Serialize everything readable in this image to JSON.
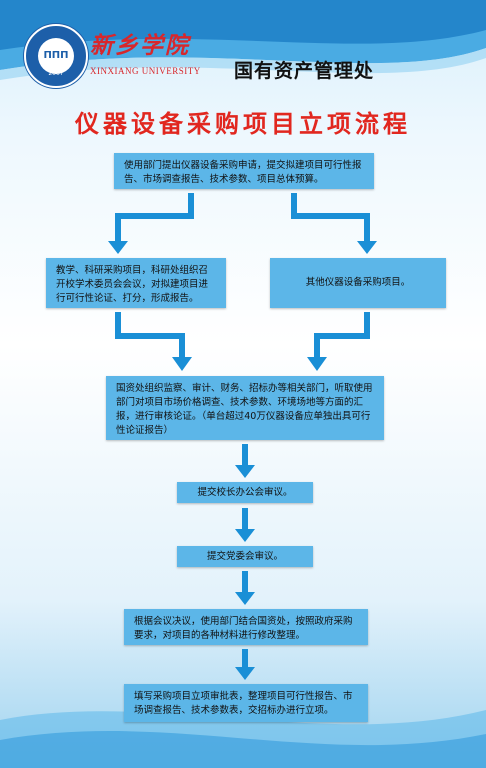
{
  "header": {
    "university_name_cn": "新乡学院",
    "university_name_en": "XINXIANG UNIVERSITY",
    "logo_year": "2007",
    "department": "国有资产管理处"
  },
  "title": "仪器设备采购项目立项流程",
  "steps": {
    "s1": "使用部门提出仪器设备采购申请，提交拟建项目可行性报告、市场调查报告、技术参数、项目总体预算。",
    "s2a": "教学、科研采购项目，科研处组织召开校学术委员会会议，对拟建项目进行可行性论证、打分，形成报告。",
    "s2b": "其他仪器设备采购项目。",
    "s3": "国资处组织监察、审计、财务、招标办等相关部门，听取使用部门对项目市场价格调查、技术参数、环境场地等方面的汇报，进行审核论证。（单台超过40万仪器设备应单独出具可行性论证报告）",
    "s4": "提交校长办公会审议。",
    "s5": "提交党委会审议。",
    "s6": "根据会议决议，使用部门结合国资处，按照政府采购要求，对项目的各种材料进行修改整理。",
    "s7": "填写采购项目立项审批表，整理项目可行性报告、市场调查报告、技术参数表，交招标办进行立项。"
  },
  "colors": {
    "box_fill": "#5cb6e8",
    "arrow": "#1a8fd6",
    "title": "#e1271f",
    "brand_red": "#d7272c",
    "logo_blue": "#1d5fa9"
  }
}
